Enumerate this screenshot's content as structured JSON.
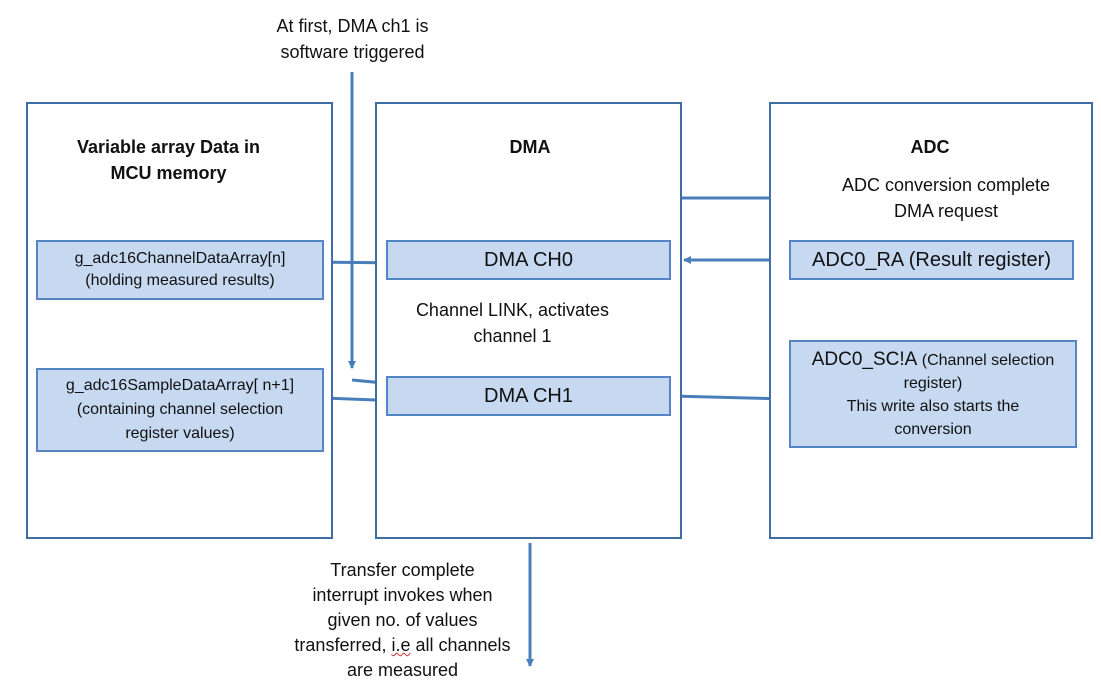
{
  "top_note": [
    "At first, DMA ch1 is",
    "software triggered"
  ],
  "panels": {
    "memory": {
      "title": [
        "Variable array Data in",
        "MCU memory"
      ]
    },
    "dma": {
      "title": "DMA"
    },
    "adc": {
      "title": "ADC"
    }
  },
  "boxes": {
    "channel_data_array": [
      "g_adc16ChannelDataArray[n]",
      "(holding measured results)"
    ],
    "sample_data_array": [
      "g_adc16SampleDataArray[ n+1]",
      "(containing channel selection",
      "register values)"
    ],
    "dma_ch0": "DMA CH0",
    "dma_ch1": "DMA CH1",
    "adc0_ra": "ADC0_RA (Result register)",
    "adc0_sc1a": {
      "name": "ADC0_SC!A",
      "suffix": " (Channel selection",
      "lines": [
        "register)",
        "This write also starts the",
        "conversion"
      ]
    }
  },
  "labels": {
    "adc_request": [
      "ADC conversion complete",
      "DMA request"
    ],
    "channel_link": [
      "Channel LINK, activates",
      "channel 1"
    ],
    "transfer_complete": {
      "line1": "Transfer complete",
      "line2": "interrupt invokes when",
      "line3": "given no. of values",
      "line4_a": "transferred, ",
      "line4_b": "i.e",
      "line4_c": " all channels",
      "line5": "are measured"
    }
  },
  "colors": {
    "arrow": "#4a7ebb",
    "panel_border": "#3f6ea6",
    "box_fill": "#c6d9f1",
    "box_border": "#5585c2"
  }
}
